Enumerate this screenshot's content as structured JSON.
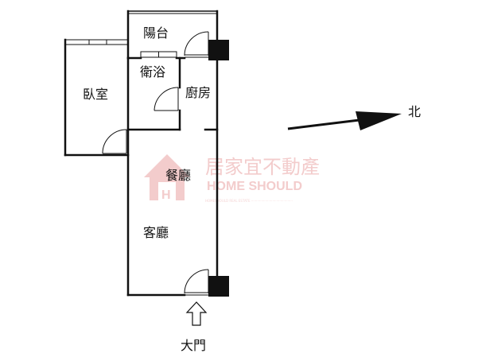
{
  "rooms": {
    "balcony": "陽台",
    "bathroom": "衛浴",
    "bedroom": "臥室",
    "kitchen": "廚房",
    "dining": "餐廳",
    "living": "客廳"
  },
  "entrance_label": "大門",
  "north_label": "北",
  "watermark": {
    "brand_cn": "居家宜不動產",
    "brand_en": "HOME SHOULD",
    "logo_letter": "H",
    "small_text": "HOMESHOULD REAL ESTATE ·········································"
  },
  "colors": {
    "wall": "#111111",
    "watermark": "#f3cccc"
  }
}
